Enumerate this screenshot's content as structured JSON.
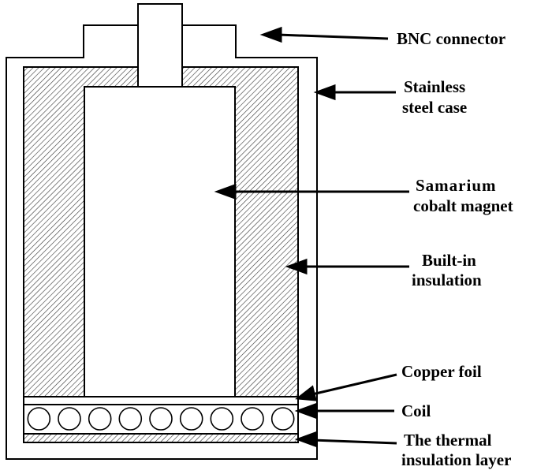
{
  "labels": {
    "bnc_connector": "BNC connector",
    "stainless_line1": "Stainless",
    "stainless_line2": "steel case",
    "samarium_line1": "Samarium",
    "samarium_line2": "cobalt magnet",
    "builtin_line1": "Built-in",
    "builtin_line2": "insulation",
    "copper_foil": "Copper foil",
    "coil": "Coil",
    "thermal_line1": "The thermal",
    "thermal_line2": "insulation layer"
  },
  "coil_turns": 9,
  "colors": {
    "stroke": "#000000",
    "background": "#ffffff",
    "hatch": "#333333"
  }
}
